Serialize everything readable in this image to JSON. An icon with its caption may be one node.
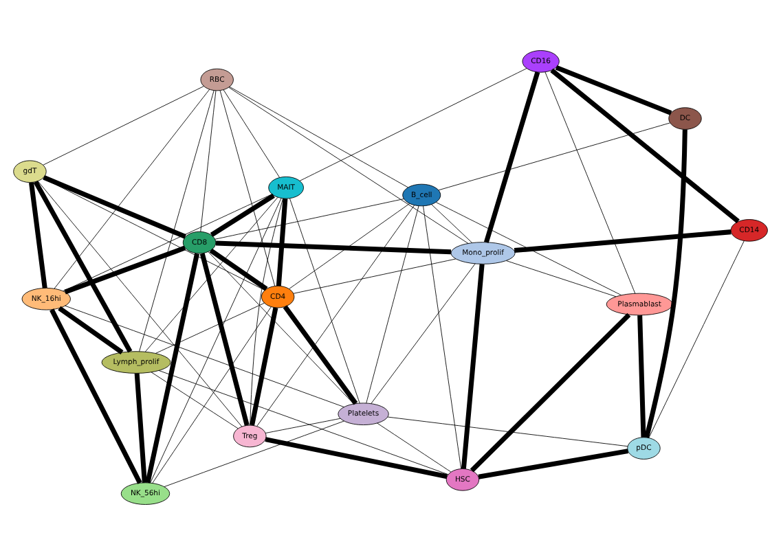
{
  "diagram": {
    "nodes": [
      {
        "text": [
          "NK_16hi"
        ]
      },
      {
        "text": [
          "NK_56hi"
        ]
      },
      {
        "text": [
          "Lymph_prolif"
        ]
      },
      {
        "text": [
          "gdT"
        ]
      },
      {
        "text": [
          "RBC"
        ]
      },
      {
        "text": [
          "MAIT"
        ]
      },
      {
        "text": [
          "CD8"
        ]
      },
      {
        "text": [
          "Plasmablast"
        ]
      },
      {
        "text": [
          "HSC"
        ]
      },
      {
        "text": [
          "Treg"
        ]
      },
      {
        "text": [
          "CD4"
        ]
      },
      {
        "text": [
          "pDC"
        ]
      },
      {
        "text": [
          "Mono_prolif"
        ]
      },
      {
        "text": [
          "Platelets"
        ]
      },
      {
        "text": [
          "CD16"
        ]
      },
      {
        "text": [
          "DC"
        ]
      },
      {
        "text": [
          "CD14"
        ]
      },
      {
        "text": [
          "B_cell"
        ]
      }
    ],
    "edges": [
      {
        "from": 0,
        "to": 1,
        "arrow": "none",
        "style": "thick"
      },
      {
        "from": 0,
        "to": 2,
        "arrow": "none",
        "style": "thick"
      },
      {
        "from": 0,
        "to": 3,
        "arrow": "none",
        "style": "thick"
      },
      {
        "from": 0,
        "to": 6,
        "arrow": "none",
        "style": "thick"
      },
      {
        "from": 1,
        "to": 6,
        "arrow": "none",
        "style": "thick"
      },
      {
        "from": 1,
        "to": 2,
        "arrow": "none",
        "style": "thick"
      },
      {
        "from": 2,
        "to": 3,
        "arrow": "none",
        "style": "thick"
      },
      {
        "from": 3,
        "to": 6,
        "arrow": "none",
        "style": "thick"
      },
      {
        "from": 5,
        "to": 6,
        "arrow": "none",
        "style": "thick"
      },
      {
        "from": 5,
        "to": 10,
        "arrow": "none",
        "style": "thick"
      },
      {
        "from": 6,
        "to": 10,
        "arrow": "none",
        "style": "thick"
      },
      {
        "from": 6,
        "to": 9,
        "arrow": "none",
        "style": "thick"
      },
      {
        "from": 9,
        "to": 10,
        "arrow": "none",
        "style": "thick"
      },
      {
        "from": 8,
        "to": 9,
        "arrow": "none",
        "style": "thick"
      },
      {
        "from": 8,
        "to": 11,
        "arrow": "none",
        "style": "thick"
      },
      {
        "from": 7,
        "to": 11,
        "arrow": "none",
        "style": "thick"
      },
      {
        "from": 7,
        "to": 8,
        "arrow": "none",
        "style": "thick"
      },
      {
        "from": 11,
        "to": 15,
        "arrow": "none",
        "style": "thick"
      },
      {
        "from": 14,
        "to": 15,
        "arrow": "none",
        "style": "thick"
      },
      {
        "from": 14,
        "to": 16,
        "arrow": "none",
        "style": "thick"
      },
      {
        "from": 12,
        "to": 16,
        "arrow": "none",
        "style": "thick"
      },
      {
        "from": 12,
        "to": 14,
        "arrow": "none",
        "style": "thick"
      },
      {
        "from": 6,
        "to": 12,
        "arrow": "none",
        "style": "thick"
      },
      {
        "from": 8,
        "to": 12,
        "arrow": "none",
        "style": "thick"
      },
      {
        "from": 4,
        "to": 12,
        "arrow": "none"
      },
      {
        "from": 12,
        "to": 17,
        "arrow": "none"
      },
      {
        "from": 8,
        "to": 17,
        "arrow": "none"
      },
      {
        "from": 10,
        "to": 13,
        "arrow": "none",
        "style": "thick"
      },
      {
        "from": 6,
        "to": 13,
        "arrow": "none"
      },
      {
        "from": 1,
        "to": 13,
        "arrow": "none"
      },
      {
        "from": 12,
        "to": 13,
        "arrow": "none"
      },
      {
        "from": 2,
        "to": 4,
        "arrow": "none"
      },
      {
        "from": 4,
        "to": 6,
        "arrow": "none"
      },
      {
        "from": 2,
        "to": 9,
        "arrow": "none"
      },
      {
        "from": 2,
        "to": 5,
        "arrow": "none"
      },
      {
        "from": 5,
        "to": 9,
        "arrow": "none"
      },
      {
        "from": 11,
        "to": 16,
        "arrow": "none"
      },
      {
        "from": 7,
        "to": 17,
        "arrow": "none"
      },
      {
        "from": 4,
        "to": 3,
        "arrow": "none"
      },
      {
        "from": 14,
        "to": 5,
        "arrow": "none"
      },
      {
        "from": 0,
        "to": 4,
        "arrow": "none"
      },
      {
        "from": 0,
        "to": 5,
        "arrow": "none"
      },
      {
        "from": 0,
        "to": 13,
        "arrow": "none"
      },
      {
        "from": 1,
        "to": 5,
        "arrow": "none"
      },
      {
        "from": 1,
        "to": 10,
        "arrow": "none"
      },
      {
        "from": 2,
        "to": 10,
        "arrow": "none"
      },
      {
        "from": 2,
        "to": 8,
        "arrow": "none"
      },
      {
        "from": 3,
        "to": 10,
        "arrow": "none"
      },
      {
        "from": 3,
        "to": 9,
        "arrow": "none"
      },
      {
        "from": 4,
        "to": 5,
        "arrow": "none"
      },
      {
        "from": 4,
        "to": 10,
        "arrow": "none"
      },
      {
        "from": 4,
        "to": 17,
        "arrow": "none"
      },
      {
        "from": 5,
        "to": 13,
        "arrow": "none"
      },
      {
        "from": 6,
        "to": 17,
        "arrow": "none"
      },
      {
        "from": 7,
        "to": 12,
        "arrow": "none"
      },
      {
        "from": 7,
        "to": 14,
        "arrow": "none"
      },
      {
        "from": 8,
        "to": 13,
        "arrow": "none"
      },
      {
        "from": 9,
        "to": 13,
        "arrow": "none"
      },
      {
        "from": 9,
        "to": 17,
        "arrow": "none"
      },
      {
        "from": 10,
        "to": 17,
        "arrow": "none"
      },
      {
        "from": 11,
        "to": 13,
        "arrow": "none"
      },
      {
        "from": 12,
        "to": 10,
        "arrow": "none"
      },
      {
        "from": 15,
        "to": 17,
        "arrow": "none"
      },
      {
        "from": 13,
        "to": 17,
        "arrow": "none"
      }
    ]
  }
}
